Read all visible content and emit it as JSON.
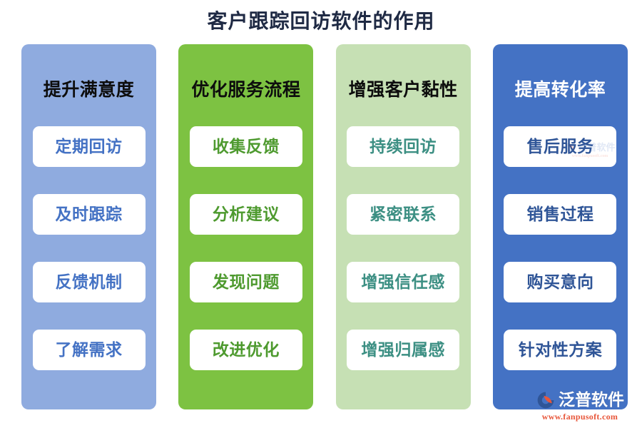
{
  "title": "客户跟踪回访软件的作用",
  "columns": [
    {
      "header": "提升满意度",
      "bg_color": "#8fabdf",
      "header_color": "#0d0d0d",
      "item_color": "#4472c4",
      "items": [
        "定期回访",
        "及时跟踪",
        "反馈机制",
        "了解需求"
      ]
    },
    {
      "header": "优化服务流程",
      "bg_color": "#7dc242",
      "header_color": "#0d0d0d",
      "item_color": "#4e9a2f",
      "items": [
        "收集反馈",
        "分析建议",
        "发现问题",
        "改进优化"
      ]
    },
    {
      "header": "增强客户黏性",
      "bg_color": "#c6e0b4",
      "header_color": "#0d0d0d",
      "item_color": "#3c8f83",
      "items": [
        "持续回访",
        "紧密联系",
        "增强信任感",
        "增强归属感"
      ]
    },
    {
      "header": "提高转化率",
      "bg_color": "#4472c4",
      "header_color": "#ffffff",
      "item_color": "#2f5597",
      "items": [
        "售后服务",
        "销售过程",
        "购买意向",
        "针对性方案"
      ]
    }
  ],
  "logo": {
    "name": "泛普软件",
    "url": "www.fanpusoft.com",
    "mark_color_primary": "#e8563a",
    "mark_color_secondary": "#2f5597"
  }
}
